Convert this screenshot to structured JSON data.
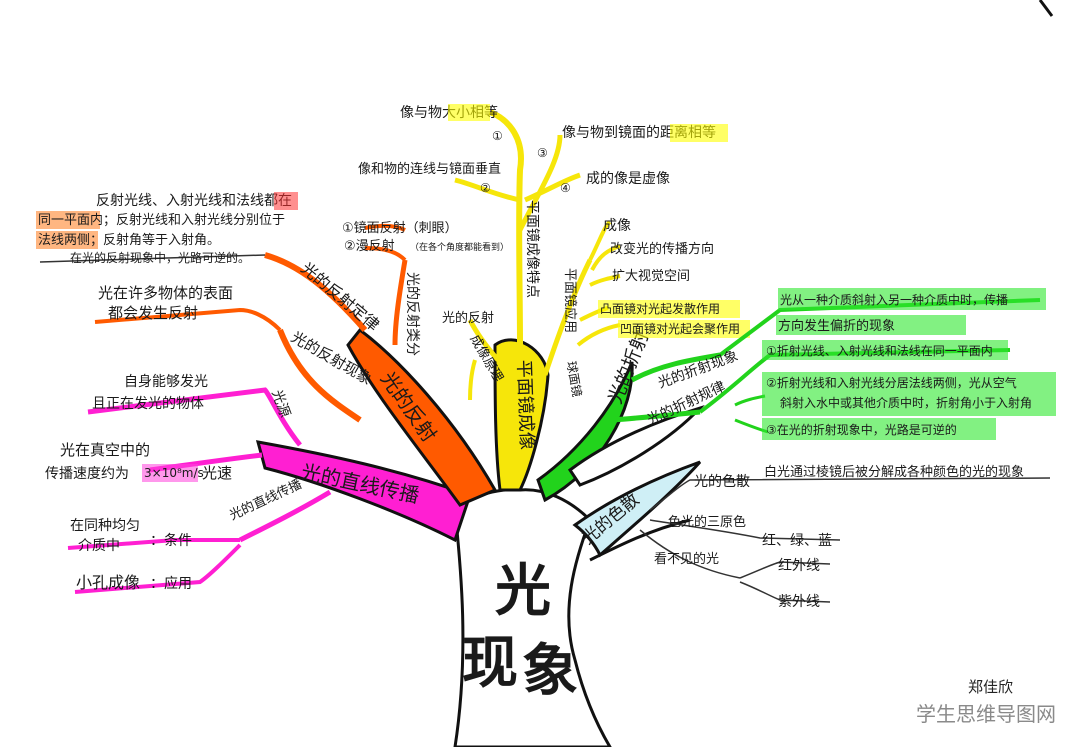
{
  "center": {
    "line1": "光",
    "line2": "现",
    "line3": "象"
  },
  "author": "郑佳欣",
  "watermark": "学生思维导图网",
  "branches": {
    "mirror": {
      "trunk": "平面镜成像",
      "features_title": "平面镜成像特点",
      "f1": "像与物大小相等",
      "f2": "像和物的连线与镜面垂直",
      "f3": "像与物到镜面的距离相等",
      "f4": "成的像是虚像",
      "num1": "①",
      "num2": "②",
      "num3": "③",
      "num4": "④",
      "app_title": "平面镜应用",
      "a1": "成像",
      "a2": "改变光的传播方向",
      "a3": "扩大视觉空间",
      "a4": "凸面镜对光起发散作用",
      "a5": "凹面镜对光起会聚作用",
      "principle": "光的反射",
      "principle_title": "成像原理",
      "other_mirror": "球面镜"
    },
    "reflection": {
      "trunk": "光的反射",
      "law_title": "光的反射定律",
      "law1": "反射光线、入射光线和法线都在",
      "law2": "同一平面内；反射光线和入射光线分别位于",
      "law3": "法线两侧；反射角等于入射角。",
      "law4": "在光的反射现象中，光路可逆的。",
      "types_title": "光的反射类分",
      "t1": "①镜面反射（刺眼）",
      "t2": "②漫反射",
      "t2note": "（在各个角度都能看到）",
      "phen_title": "光的反射现象",
      "phen1": "光在许多物体的表面",
      "phen2": "都会发生反射"
    },
    "straight": {
      "trunk": "光的直线传播",
      "src_title": "光源",
      "src1": "自身能够发光",
      "src2": "且正在发光的物体",
      "speed1": "光在真空中的",
      "speed2": "传播速度约为",
      "speed_val": "3×10⁸m/s",
      "speed_title": "光速",
      "cond_title": "光的直线传播",
      "cond1": "在同种均匀",
      "cond2": "介质中",
      "cond_label": "：条件",
      "app1": "小孔成像",
      "app_label": "：应用"
    },
    "refraction": {
      "trunk": "光的折射",
      "def_title": "光的折射现象",
      "def1": "光从一种介质斜射入另一种介质中时，传播",
      "def2": "方向发生偏折的现象",
      "law_title": "光的折射规律",
      "l1": "①折射光线、入射光线和法线在同一平面内",
      "l2a": "②折射光线和入射光线分居法线两侧，光从空气",
      "l2b": "斜射入水中或其他介质中时，折射角小于入射角",
      "l3": "③在光的折射现象中，光路是可逆的"
    },
    "dispersion": {
      "trunk": "光的色散",
      "def_title": "光的色散",
      "def": "白光通过棱镜后被分解成各种颜色的光的现象",
      "primary_title": "色光的三原色",
      "primary": "红、绿、蓝",
      "invisible_title": "看不见的光",
      "ir": "红外线",
      "uv": "紫外线"
    }
  },
  "colors": {
    "yellow": "#f6e60a",
    "orange": "#ff5a00",
    "green": "#22d31c",
    "magenta": "#ff1fd2",
    "lightblue": "#cfeff6",
    "outline": "#111111"
  }
}
